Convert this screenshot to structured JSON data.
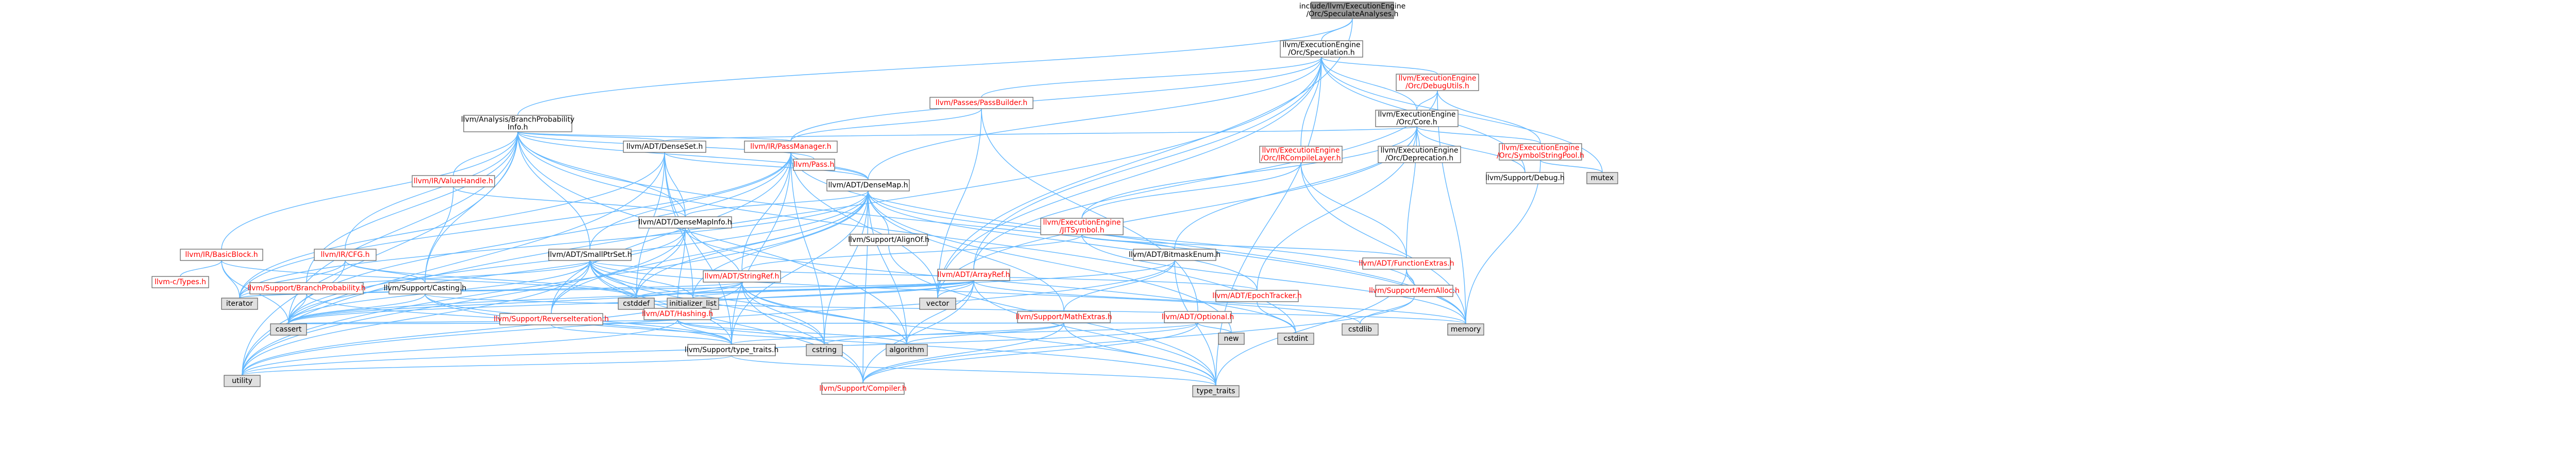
{
  "diagram": {
    "type": "include-dependency-graph",
    "colors": {
      "root_fill": "#999999",
      "node_fill": "#ffffff",
      "leaf_fill": "#e0e0e0",
      "border": "#666666",
      "red_text": "#ff0000",
      "black_text": "#000000",
      "edge": "#63b8ff"
    },
    "nodes": [
      {
        "id": "root",
        "lines": [
          "include/llvm/ExecutionEngine",
          "/Orc/SpeculateAnalyses.h"
        ],
        "style": "root"
      },
      {
        "id": "speculation",
        "lines": [
          "llvm/ExecutionEngine",
          "/Orc/Speculation.h"
        ],
        "style": "normal"
      },
      {
        "id": "bpi",
        "lines": [
          "llvm/Analysis/BranchProbability",
          "Info.h"
        ],
        "style": "normal"
      },
      {
        "id": "debugutils",
        "lines": [
          "llvm/ExecutionEngine",
          "/Orc/DebugUtils.h"
        ],
        "style": "red"
      },
      {
        "id": "passbuilder",
        "lines": [
          "llvm/Passes/PassBuilder.h"
        ],
        "style": "red"
      },
      {
        "id": "orccore",
        "lines": [
          "llvm/ExecutionEngine",
          "/Orc/Core.h"
        ],
        "style": "normal"
      },
      {
        "id": "densesetsrc",
        "lines": [
          "llvm/ADT/DenseSet.h"
        ],
        "style": "normal"
      },
      {
        "id": "passmanager",
        "lines": [
          "llvm/IR/PassManager.h"
        ],
        "style": "red"
      },
      {
        "id": "valuehandle",
        "lines": [
          "llvm/IR/ValueHandle.h"
        ],
        "style": "red"
      },
      {
        "id": "pass",
        "lines": [
          "llvm/Pass.h"
        ],
        "style": "red"
      },
      {
        "id": "densemap",
        "lines": [
          "llvm/ADT/DenseMap.h"
        ],
        "style": "normal"
      },
      {
        "id": "orcdeprecation",
        "lines": [
          "llvm/ExecutionEngine",
          "/Orc/Deprecation.h"
        ],
        "style": "normal"
      },
      {
        "id": "symstringpool",
        "lines": [
          "llvm/ExecutionEngine",
          "/Orc/SymbolStringPool.h"
        ],
        "style": "red"
      },
      {
        "id": "irclayer",
        "lines": [
          "llvm/ExecutionEngine",
          "/Orc/IRCompileLayer.h"
        ],
        "style": "red"
      },
      {
        "id": "ltsymbol",
        "lines": [
          "llvm/ExecutionEngine",
          "/JITSymbol.h"
        ],
        "style": "red"
      },
      {
        "id": "debug",
        "lines": [
          "llvm/Support/Debug.h"
        ],
        "style": "normal"
      },
      {
        "id": "mutex",
        "lines": [
          "mutex"
        ],
        "style": "leaf"
      },
      {
        "id": "basicblock",
        "lines": [
          "llvm/IR/BasicBlock.h"
        ],
        "style": "red"
      },
      {
        "id": "cfg",
        "lines": [
          "llvm/IR/CFG.h"
        ],
        "style": "red"
      },
      {
        "id": "smallptrset",
        "lines": [
          "llvm/ADT/SmallPtrSet.h"
        ],
        "style": "normal"
      },
      {
        "id": "densemapinfo",
        "lines": [
          "llvm/ADT/DenseMapInfo.h"
        ],
        "style": "normal"
      },
      {
        "id": "stringref",
        "lines": [
          "llvm/ADT/StringRef.h"
        ],
        "style": "red"
      },
      {
        "id": "alignof",
        "lines": [
          "llvm/Support/AlignOf.h"
        ],
        "style": "normal"
      },
      {
        "id": "arrayref",
        "lines": [
          "llvm/ADT/ArrayRef.h"
        ],
        "style": "red"
      },
      {
        "id": "bitmaskenum",
        "lines": [
          "llvm/ADT/BitmaskEnum.h"
        ],
        "style": "normal"
      },
      {
        "id": "functionextras",
        "lines": [
          "llvm/ADT/FunctionExtras.h"
        ],
        "style": "red"
      },
      {
        "id": "memalloc",
        "lines": [
          "llvm/Support/MemAlloc.h"
        ],
        "style": "red"
      },
      {
        "id": "ctypes",
        "lines": [
          "llvm-c/Types.h"
        ],
        "style": "red"
      },
      {
        "id": "iterator",
        "lines": [
          "iterator"
        ],
        "style": "leaf"
      },
      {
        "id": "bpisupport",
        "lines": [
          "llvm/Support/BranchProbability.h"
        ],
        "style": "red"
      },
      {
        "id": "casting",
        "lines": [
          "llvm/Support/Casting.h"
        ],
        "style": "normal"
      },
      {
        "id": "reverseiter",
        "lines": [
          "llvm/Support/ReverseIteration.h"
        ],
        "style": "red"
      },
      {
        "id": "cstddef",
        "lines": [
          "cstddef"
        ],
        "style": "leaf"
      },
      {
        "id": "initlist",
        "lines": [
          "initializer_list"
        ],
        "style": "leaf"
      },
      {
        "id": "hashing",
        "lines": [
          "llvm/ADT/Hashing.h"
        ],
        "style": "red"
      },
      {
        "id": "vector",
        "lines": [
          "vector"
        ],
        "style": "leaf"
      },
      {
        "id": "mathextras",
        "lines": [
          "llvm/Support/MathExtras.h"
        ],
        "style": "red"
      },
      {
        "id": "optional",
        "lines": [
          "llvm/ADT/Optional.h"
        ],
        "style": "red"
      },
      {
        "id": "epochtracker",
        "lines": [
          "llvm/ADT/EpochTracker.h"
        ],
        "style": "red"
      },
      {
        "id": "cstdlib",
        "lines": [
          "cstdlib"
        ],
        "style": "leaf"
      },
      {
        "id": "memory",
        "lines": [
          "memory"
        ],
        "style": "leaf"
      },
      {
        "id": "cassert",
        "lines": [
          "cassert"
        ],
        "style": "leaf"
      },
      {
        "id": "typetraits",
        "lines": [
          "llvm/Support/type_traits.h"
        ],
        "style": "normal"
      },
      {
        "id": "cstring",
        "lines": [
          "cstring"
        ],
        "style": "leaf"
      },
      {
        "id": "algorithm",
        "lines": [
          "algorithm"
        ],
        "style": "leaf"
      },
      {
        "id": "new",
        "lines": [
          "new"
        ],
        "style": "leaf"
      },
      {
        "id": "cstdint",
        "lines": [
          "cstdint"
        ],
        "style": "leaf"
      },
      {
        "id": "utility",
        "lines": [
          "utility"
        ],
        "style": "leaf"
      },
      {
        "id": "compiler",
        "lines": [
          "llvm/Support/Compiler.h"
        ],
        "style": "red"
      },
      {
        "id": "typetraitsstd",
        "lines": [
          "type_traits"
        ],
        "style": "leaf"
      }
    ],
    "edges": [
      [
        "root",
        "speculation"
      ],
      [
        "root",
        "bpi"
      ],
      [
        "root",
        "vector"
      ],
      [
        "speculation",
        "debugutils"
      ],
      [
        "speculation",
        "passbuilder"
      ],
      [
        "speculation",
        "orccore"
      ],
      [
        "speculation",
        "densemap"
      ],
      [
        "speculation",
        "passmanager"
      ],
      [
        "speculation",
        "irclayer"
      ],
      [
        "speculation",
        "debug"
      ],
      [
        "speculation",
        "mutex"
      ],
      [
        "speculation",
        "typetraitsstd"
      ],
      [
        "speculation",
        "utility"
      ],
      [
        "speculation",
        "vector"
      ],
      [
        "speculation",
        "arrayref"
      ],
      [
        "bpi",
        "densesetsrc"
      ],
      [
        "bpi",
        "densemap"
      ],
      [
        "bpi",
        "densemapinfo"
      ],
      [
        "bpi",
        "smallptrset"
      ],
      [
        "bpi",
        "basicblock"
      ],
      [
        "bpi",
        "cfg"
      ],
      [
        "bpi",
        "passmanager"
      ],
      [
        "bpi",
        "valuehandle"
      ],
      [
        "bpi",
        "pass"
      ],
      [
        "bpi",
        "bpisupport"
      ],
      [
        "bpi",
        "casting"
      ],
      [
        "bpi",
        "algorithm"
      ],
      [
        "bpi",
        "cassert"
      ],
      [
        "bpi",
        "cstdint"
      ],
      [
        "bpi",
        "memory"
      ],
      [
        "bpi",
        "utility"
      ],
      [
        "debugutils",
        "orccore"
      ],
      [
        "debugutils",
        "symstringpool"
      ],
      [
        "debugutils",
        "arrayref"
      ],
      [
        "debugutils",
        "memory"
      ],
      [
        "passbuilder",
        "passmanager"
      ],
      [
        "passbuilder",
        "optional"
      ],
      [
        "passbuilder",
        "vector"
      ],
      [
        "orccore",
        "bitmaskenum"
      ],
      [
        "orccore",
        "densesetsrc"
      ],
      [
        "orccore",
        "functionextras"
      ],
      [
        "orccore",
        "orcdeprecation"
      ],
      [
        "orccore",
        "symstringpool"
      ],
      [
        "orccore",
        "ltsymbol"
      ],
      [
        "orccore",
        "debug"
      ],
      [
        "orccore",
        "vector"
      ],
      [
        "orccore",
        "epochtracker"
      ],
      [
        "densesetsrc",
        "densemap"
      ],
      [
        "densesetsrc",
        "densemapinfo"
      ],
      [
        "densesetsrc",
        "typetraits"
      ],
      [
        "densesetsrc",
        "cstddef"
      ],
      [
        "densesetsrc",
        "initlist"
      ],
      [
        "densesetsrc",
        "iterator"
      ],
      [
        "densesetsrc",
        "utility"
      ],
      [
        "passmanager",
        "densemap"
      ],
      [
        "passmanager",
        "smallptrset"
      ],
      [
        "passmanager",
        "stringref"
      ],
      [
        "passmanager",
        "reverseiter"
      ],
      [
        "passmanager",
        "typetraits"
      ],
      [
        "passmanager",
        "cassert"
      ],
      [
        "passmanager",
        "cstring"
      ],
      [
        "passmanager",
        "memory"
      ],
      [
        "passmanager",
        "vector"
      ],
      [
        "passmanager",
        "iterator"
      ],
      [
        "valuehandle",
        "densemapinfo"
      ],
      [
        "valuehandle",
        "casting"
      ],
      [
        "densemap",
        "densemapinfo"
      ],
      [
        "densemap",
        "epochtracker"
      ],
      [
        "densemap",
        "alignof"
      ],
      [
        "densemap",
        "compiler"
      ],
      [
        "densemap",
        "mathextras"
      ],
      [
        "densemap",
        "memalloc"
      ],
      [
        "densemap",
        "reverseiter"
      ],
      [
        "densemap",
        "typetraits"
      ],
      [
        "densemap",
        "algorithm"
      ],
      [
        "densemap",
        "cassert"
      ],
      [
        "densemap",
        "cstddef"
      ],
      [
        "densemap",
        "cstring"
      ],
      [
        "densemap",
        "initlist"
      ],
      [
        "densemap",
        "iterator"
      ],
      [
        "densemap",
        "new"
      ],
      [
        "densemap",
        "type_traits"
      ],
      [
        "densemap",
        "utility"
      ],
      [
        "symstringpool",
        "memory"
      ],
      [
        "symstringpool",
        "mutex"
      ],
      [
        "irclayer",
        "functionextras"
      ],
      [
        "irclayer",
        "ltsymbol"
      ],
      [
        "irclayer",
        "memory"
      ],
      [
        "ltsymbol",
        "bitmaskenum"
      ],
      [
        "ltsymbol",
        "functionextras"
      ],
      [
        "ltsymbol",
        "stringref"
      ],
      [
        "ltsymbol",
        "memory"
      ],
      [
        "basicblock",
        "ctypes"
      ],
      [
        "basicblock",
        "iterator"
      ],
      [
        "basicblock",
        "cassert"
      ],
      [
        "basicblock",
        "cstddef"
      ],
      [
        "cfg",
        "iterator"
      ],
      [
        "cfg",
        "casting"
      ],
      [
        "cfg",
        "cassert"
      ],
      [
        "cfg",
        "cstddef"
      ],
      [
        "smallptrset",
        "epochtracker"
      ],
      [
        "smallptrset",
        "compiler"
      ],
      [
        "smallptrset",
        "reverseiter"
      ],
      [
        "smallptrset",
        "typetraits"
      ],
      [
        "smallptrset",
        "algorithm"
      ],
      [
        "smallptrset",
        "cassert"
      ],
      [
        "smallptrset",
        "cstddef"
      ],
      [
        "smallptrset",
        "cstdlib"
      ],
      [
        "smallptrset",
        "cstring"
      ],
      [
        "smallptrset",
        "initlist"
      ],
      [
        "smallptrset",
        "iterator"
      ],
      [
        "smallptrset",
        "utility"
      ],
      [
        "densemapinfo",
        "hashing"
      ],
      [
        "densemapinfo",
        "cassert"
      ],
      [
        "densemapinfo",
        "cstddef"
      ],
      [
        "densemapinfo",
        "cstdint"
      ],
      [
        "densemapinfo",
        "utility"
      ],
      [
        "stringref",
        "densemapinfo"
      ],
      [
        "stringref",
        "iterator"
      ],
      [
        "stringref",
        "compiler"
      ],
      [
        "stringref",
        "algorithm"
      ],
      [
        "stringref",
        "cassert"
      ],
      [
        "stringref",
        "cstddef"
      ],
      [
        "stringref",
        "cstring"
      ],
      [
        "stringref",
        "typetraitsstd"
      ],
      [
        "stringref",
        "utility"
      ],
      [
        "alignof",
        "typetraitsstd"
      ],
      [
        "arrayref",
        "hashing"
      ],
      [
        "arrayref",
        "compiler"
      ],
      [
        "arrayref",
        "algorithm"
      ],
      [
        "arrayref",
        "cassert"
      ],
      [
        "arrayref",
        "cstddef"
      ],
      [
        "arrayref",
        "initlist"
      ],
      [
        "arrayref",
        "iterator"
      ],
      [
        "arrayref",
        "memory"
      ],
      [
        "arrayref",
        "typetraitsstd"
      ],
      [
        "arrayref",
        "vector"
      ],
      [
        "bitmaskenum",
        "mathextras"
      ],
      [
        "bitmaskenum",
        "cassert"
      ],
      [
        "bitmaskenum",
        "typetraitsstd"
      ],
      [
        "bitmaskenum",
        "utility"
      ],
      [
        "functionextras",
        "memalloc"
      ],
      [
        "functionextras",
        "memory"
      ],
      [
        "functionextras",
        "typetraitsstd"
      ],
      [
        "memalloc",
        "compiler"
      ],
      [
        "memalloc",
        "cstdlib"
      ],
      [
        "bpisupport",
        "cassert"
      ],
      [
        "bpisupport",
        "typetraits"
      ],
      [
        "casting",
        "typetraits"
      ],
      [
        "casting",
        "cassert"
      ],
      [
        "casting",
        "memory"
      ],
      [
        "casting",
        "typetraitsstd"
      ],
      [
        "reverseiter",
        "typetraits"
      ],
      [
        "hashing",
        "typetraits"
      ],
      [
        "hashing",
        "algorithm"
      ],
      [
        "hashing",
        "cassert"
      ],
      [
        "hashing",
        "cstring"
      ],
      [
        "hashing",
        "utility"
      ],
      [
        "mathextras",
        "compiler"
      ],
      [
        "mathextras",
        "algorithm"
      ],
      [
        "mathextras",
        "cassert"
      ],
      [
        "mathextras",
        "cstring"
      ],
      [
        "mathextras",
        "typetraitsstd"
      ],
      [
        "optional",
        "compiler"
      ],
      [
        "optional",
        "typetraits"
      ],
      [
        "optional",
        "cassert"
      ],
      [
        "optional",
        "new"
      ],
      [
        "optional",
        "utility"
      ],
      [
        "epochtracker",
        "cstdint"
      ],
      [
        "typetraits",
        "typetraitsstd"
      ],
      [
        "typetraits",
        "utility"
      ]
    ]
  }
}
